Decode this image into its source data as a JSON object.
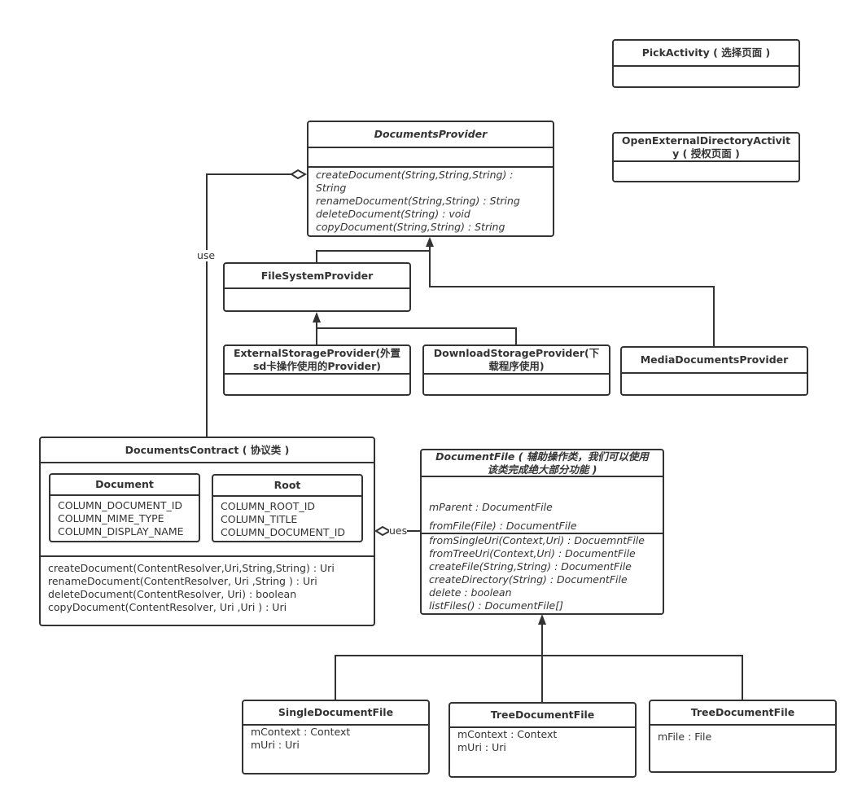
{
  "classes": {
    "pick_activity": {
      "name": "PickActivity ( 选择页面 )"
    },
    "open_external": {
      "name_lines": [
        "OpenExternalDirectoryActivit",
        "y ( 授权页面 )"
      ]
    },
    "documents_provider": {
      "name": "DocumentsProvider",
      "methods": [
        "createDocument(String,String,String) :",
        "String",
        "renameDocument(String,String) : String",
        "deleteDocument(String) : void",
        "copyDocument(String,String) : String"
      ]
    },
    "file_system_provider": {
      "name": "FileSystemProvider"
    },
    "external_storage_provider": {
      "name_lines": [
        "ExternalStorageProvider(外置",
        "sd卡操作使用的Provider)"
      ]
    },
    "download_storage_provider": {
      "name_lines": [
        "DownloadStorageProvider(下",
        "载程序使用)"
      ]
    },
    "media_documents_provider": {
      "name": "MediaDocumentsProvider"
    },
    "documents_contract": {
      "name": "DocumentsContract ( 协议类 )",
      "document": {
        "name": "Document",
        "fields": [
          "COLUMN_DOCUMENT_ID",
          "COLUMN_MIME_TYPE",
          "COLUMN_DISPLAY_NAME"
        ]
      },
      "root": {
        "name": "Root",
        "fields": [
          "COLUMN_ROOT_ID",
          "COLUMN_TITLE",
          "COLUMN_DOCUMENT_ID"
        ]
      },
      "methods": [
        "createDocument(ContentResolver,Uri,String,String) : Uri",
        "renameDocument(ContentResolver, Uri ,String ) : Uri",
        "deleteDocument(ContentResolver, Uri) : boolean",
        "copyDocument(ContentResolver, Uri ,Uri ) : Uri"
      ]
    },
    "document_file": {
      "name_lines": [
        "DocumentFile ( 辅助操作类，我们可以使用",
        "该类完成绝大部分功能 )"
      ],
      "fields": [
        "mParent : DocumentFile",
        "fromFile(File) : DocumentFile"
      ],
      "methods": [
        "fromSingleUri(Context,Uri) : DocuemntFile",
        "fromTreeUri(Context,Uri) : DocumentFile",
        "createFile(String,String) : DocumentFile",
        "createDirectory(String) : DocumentFile",
        "delete : boolean",
        "listFiles() : DocumentFile[]"
      ]
    },
    "single_document_file": {
      "name": "SingleDocumentFile",
      "fields": [
        "mContext : Context",
        "mUri : Uri"
      ]
    },
    "tree_document_file": {
      "name": "TreeDocumentFile",
      "fields": [
        "mContext : Context",
        "mUri : Uri"
      ]
    },
    "tree_document_file_2": {
      "name": "TreeDocumentFile",
      "fields": [
        "mFile : File"
      ]
    }
  },
  "relations": {
    "use_label": "use",
    "ues_label": "ues"
  }
}
